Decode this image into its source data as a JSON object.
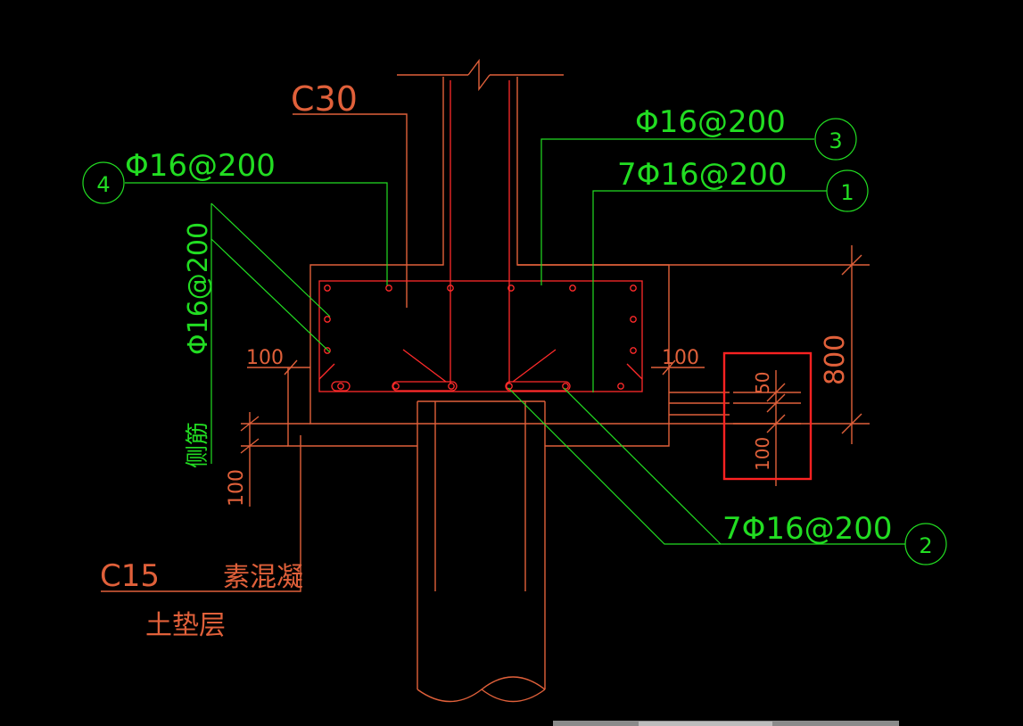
{
  "colors": {
    "background": "#000000",
    "concrete_outline": "#e0603a",
    "rebar": "#ff2a2a",
    "leader": "#22dd22",
    "highlight": "#ff2222"
  },
  "labels": {
    "concrete_grade_top": "C30",
    "concrete_grade_bottom": "C15",
    "plain_concrete": "素混凝",
    "cushion_layer": "土垫层",
    "side_rebar_label": "侧筋",
    "side_rebar_spec": "Φ16@200",
    "rebar_1": "7Φ16@200",
    "rebar_2": "7Φ16@200",
    "rebar_3": "Φ16@200",
    "rebar_4": "Φ16@200"
  },
  "callouts": {
    "c1": "1",
    "c2": "2",
    "c3": "3",
    "c4": "4"
  },
  "dimensions": {
    "left_cover": "100",
    "right_cover": "100",
    "cushion_thickness": "100",
    "height": "800",
    "detail_upper": "50",
    "detail_lower": "100"
  }
}
